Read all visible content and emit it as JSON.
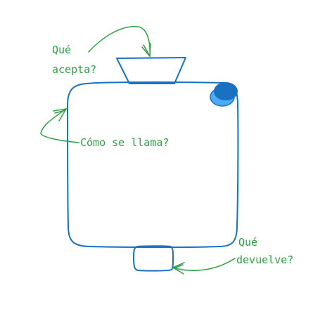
{
  "colors": {
    "box_stroke": "#1971c2",
    "indicator_fill": "#1971c2",
    "indicator_shadow": "#4dabf7",
    "annotation": "#2f9e44",
    "background": "#ffffff"
  },
  "annotations": {
    "input_question_line1": "Qué",
    "input_question_line2": "acepta?",
    "name_question": "Cómo se llama?",
    "output_question_line1": "Qué",
    "output_question_line2": "devuelve?"
  }
}
